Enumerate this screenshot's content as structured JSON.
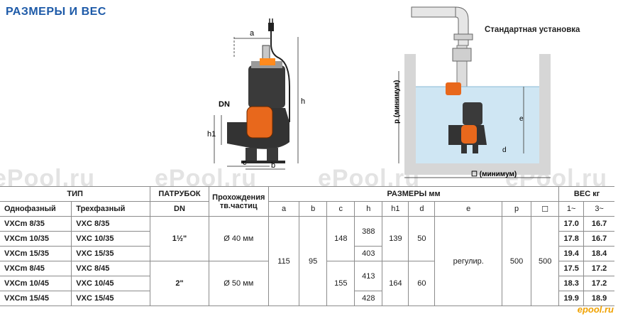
{
  "title": "РАЗМЕРЫ И ВЕС",
  "install_label": "Стандартная установка",
  "drawing": {
    "a": "a",
    "dn": "DN",
    "h": "h",
    "h1": "h1",
    "c": "c",
    "b": "b",
    "p_min": "p (минимум)",
    "e": "e",
    "d": "d",
    "sq_min": "☐ (минимум)"
  },
  "watermark": "ePool.ru",
  "brand": "epool.ru",
  "table": {
    "head": {
      "tip": "ТИП",
      "patrubok": "ПАТРУБОК",
      "prohod": "Прохождения тв.частиц",
      "sizes": "РАЗМЕРЫ мм",
      "weight": "ВЕС кг",
      "single": "Однофазный",
      "three": "Трехфазный",
      "dn": "DN",
      "a": "a",
      "b": "b",
      "c": "c",
      "h": "h",
      "h1": "h1",
      "d": "d",
      "e": "e",
      "p": "p",
      "sq": "☐",
      "w1": "1~",
      "w3": "3~"
    },
    "rows": [
      {
        "single": "VXCm 8/35",
        "three": "VXC 8/35",
        "h": "388",
        "w1": "17.0",
        "w3": "16.7"
      },
      {
        "single": "VXCm 10/35",
        "three": "VXC 10/35",
        "w1": "17.8",
        "w3": "16.7"
      },
      {
        "single": "VXCm 15/35",
        "three": "VXC 15/35",
        "h": "403",
        "w1": "19.4",
        "w3": "18.4"
      },
      {
        "single": "VXCm 8/45",
        "three": "VXC 8/45",
        "w1": "17.5",
        "w3": "17.2"
      },
      {
        "single": "VXCm 10/45",
        "three": "VXC 10/45",
        "h": "413",
        "w1": "18.3",
        "w3": "17.2"
      },
      {
        "single": "VXCm 15/45",
        "three": "VXC 15/45",
        "h": "428",
        "w1": "19.9",
        "w3": "18.9"
      }
    ],
    "group35": {
      "dn": "1½\"",
      "prohod": "Ø 40 мм",
      "c": "148",
      "h1": "139",
      "d": "50"
    },
    "group45": {
      "dn": "2\"",
      "prohod": "Ø 50 мм",
      "c": "155",
      "h1": "164",
      "d": "60"
    },
    "common": {
      "a": "115",
      "b": "95",
      "e": "регулир.",
      "p": "500",
      "sq": "500"
    }
  }
}
